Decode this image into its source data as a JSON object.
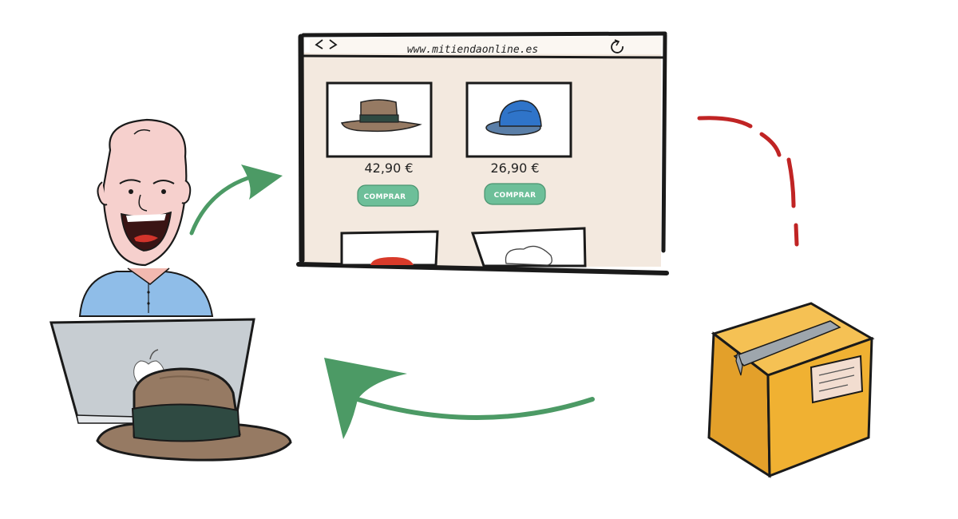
{
  "browser": {
    "url": "www.mitiendaonline.es"
  },
  "products": [
    {
      "price": "42,90 €",
      "button_label": "COMPRAR",
      "item_icon": "brown-fedora-hat-icon"
    },
    {
      "price": "26,90 €",
      "button_label": "COMPRAR",
      "item_icon": "blue-cap-icon"
    }
  ],
  "colors": {
    "screen_bg": "#f3e9df",
    "button": "#6dbf99",
    "arrow_green": "#4c9a65",
    "arrow_red": "#c02424",
    "box": "#f0b132"
  }
}
